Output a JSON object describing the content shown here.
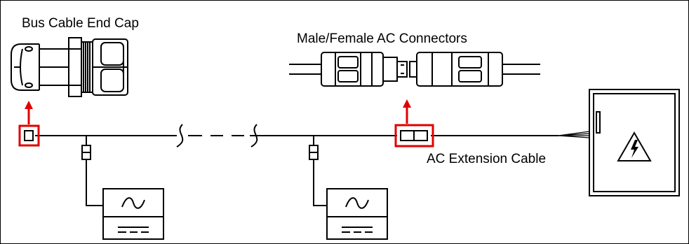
{
  "labels": {
    "end_cap": "Bus Cable End Cap",
    "connectors": "Male/Female AC Connectors",
    "extension": "AC Extension Cable"
  },
  "colors": {
    "line": "#000000",
    "highlight": "#e00000",
    "background": "#ffffff"
  },
  "components": {
    "end_cap_icon": "bus-cable-end-cap-drawing",
    "connector_icon": "male-female-ac-connector-drawing",
    "inverter_icon": "microinverter-ac-dc-symbol",
    "panel_icon": "distribution-panel-with-high-voltage-symbol"
  }
}
